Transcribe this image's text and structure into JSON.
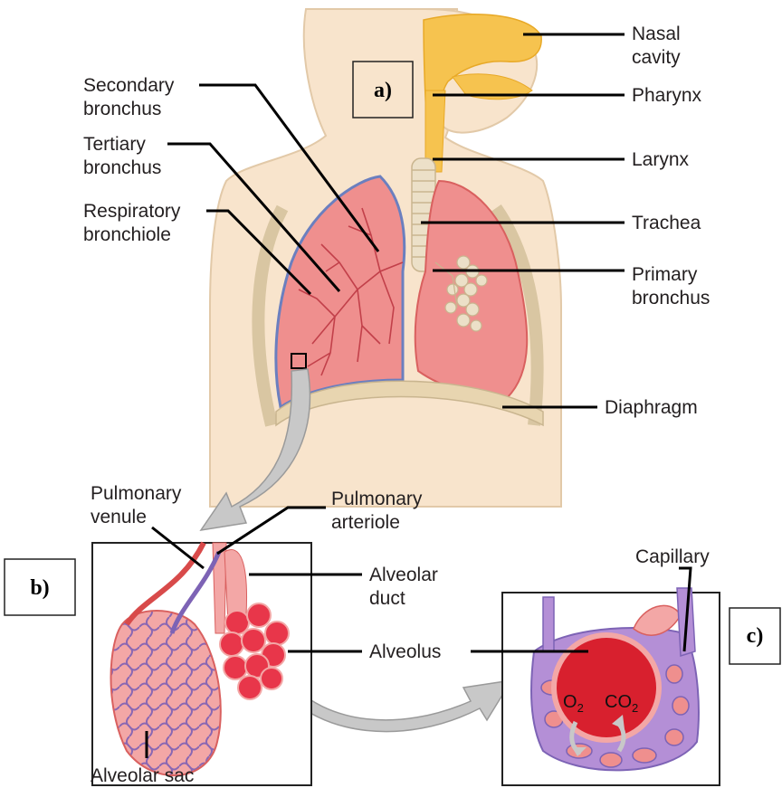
{
  "panels": {
    "a": "a)",
    "b": "b)",
    "c": "c)"
  },
  "labels": {
    "nasal_cavity": [
      "Nasal",
      "cavity"
    ],
    "pharynx": "Pharynx",
    "larynx": "Larynx",
    "trachea": "Trachea",
    "primary_bronchus": [
      "Primary",
      "bronchus"
    ],
    "diaphragm": "Diaphragm",
    "secondary_bronchus": [
      "Secondary",
      "bronchus"
    ],
    "tertiary_bronchus": [
      "Tertiary",
      "bronchus"
    ],
    "respiratory_bronchiole": [
      "Respiratory",
      "bronchiole"
    ],
    "pulmonary_venule": [
      "Pulmonary",
      "venule"
    ],
    "pulmonary_arteriole": [
      "Pulmonary",
      "arteriole"
    ],
    "alveolar_duct": [
      "Alveolar",
      "duct"
    ],
    "alveolus": "Alveolus",
    "alveolar_sac": "Alveolar sac",
    "capillary": "Capillary"
  },
  "gases": {
    "o2": "O",
    "o2_sub": "2",
    "co2": "CO",
    "co2_sub": "2"
  },
  "colors": {
    "skin": "#f8e4cc",
    "skin_outline": "#e2c9a8",
    "airway": "#f6c34f",
    "lung": "#ef8f8e",
    "lung_dark": "#d9605f",
    "lung_outline": "#6b7fbf",
    "alveolus": "#e8364a",
    "vessel_blue": "#7d63b5",
    "vessel_red": "#d84a4a",
    "arrow": "#c8c8c8"
  }
}
